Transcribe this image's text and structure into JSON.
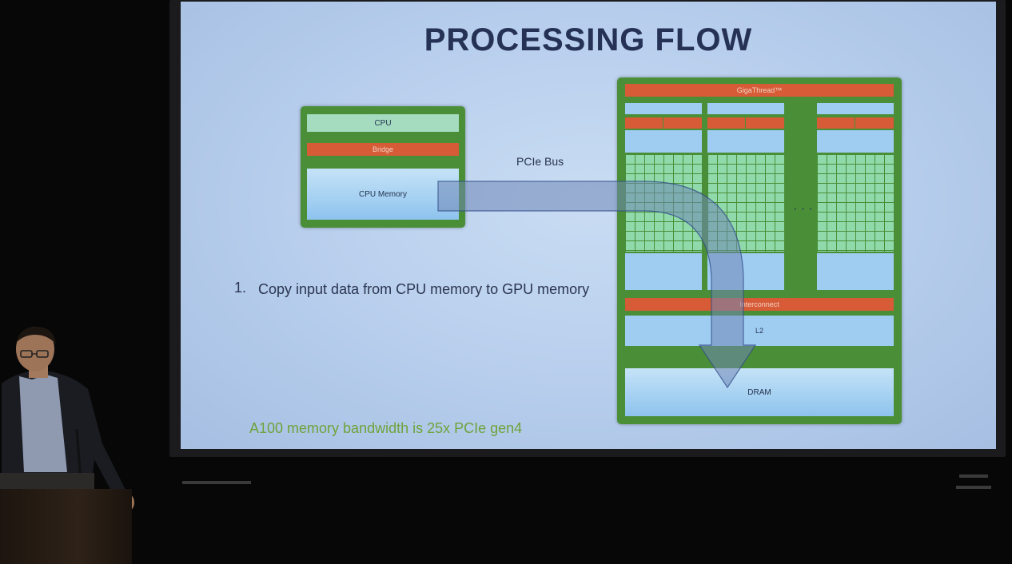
{
  "slide": {
    "title": "PROCESSING FLOW",
    "cpu": {
      "cpu_label": "CPU",
      "bridge_label": "Bridge",
      "memory_label": "CPU Memory"
    },
    "pcie_label": "PCIe Bus",
    "steps": [
      {
        "number": "1.",
        "text": "Copy input data from CPU memory to GPU memory"
      }
    ],
    "gpu": {
      "gigathread_label": "GigaThread™",
      "ellipsis": "· · ·",
      "interconnect_label": "Interconnect",
      "l2_label": "L2",
      "dram_label": "DRAM"
    },
    "footnote": "A100 memory bandwidth is 25x PCIe gen4"
  },
  "colors": {
    "board_green": "#4a8f37",
    "bus_red": "#d65b36",
    "cuda_core_green": "#8fd9ab",
    "memory_blue": "#9fcdf2",
    "title_navy": "#253256",
    "footnote_green": "#6da33a"
  }
}
